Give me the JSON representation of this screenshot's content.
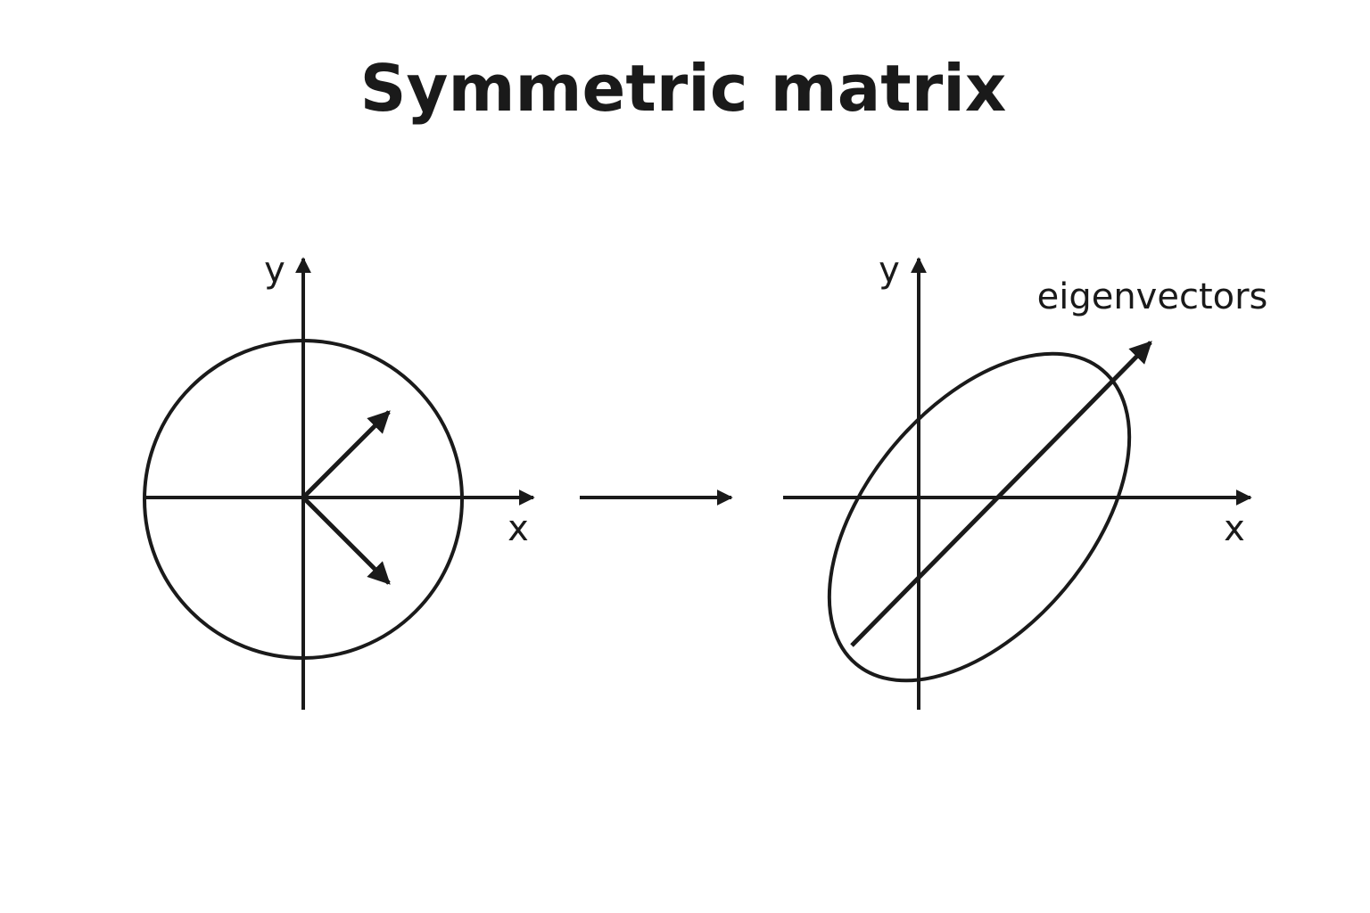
{
  "title": "Symmetric matrix",
  "colors": {
    "ink": "#1a1a1a",
    "background": "#ffffff"
  },
  "left_panel": {
    "x_label": "x",
    "y_label": "y"
  },
  "right_panel": {
    "x_label": "x",
    "y_label": "y",
    "annotation": "eigenvectors"
  }
}
